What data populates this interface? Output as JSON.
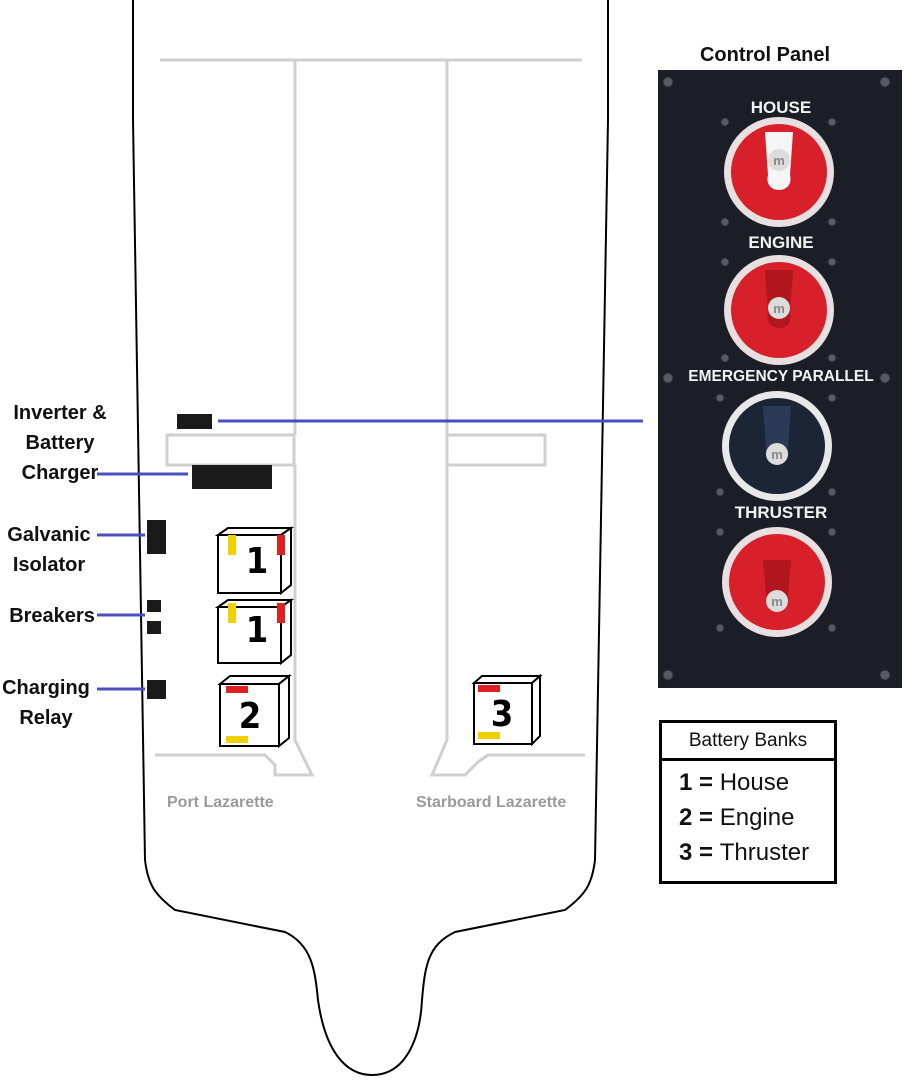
{
  "control_panel": {
    "title": "Control Panel",
    "switches": [
      {
        "label": "HOUSE",
        "color": "#d8202a"
      },
      {
        "label": "ENGINE",
        "color": "#d8202a"
      },
      {
        "label": "EMERGENCY PARALLEL",
        "color": "#1c2535"
      },
      {
        "label": "THRUSTER",
        "color": "#d8202a"
      }
    ],
    "panel_color": "#1b1e26"
  },
  "callouts": {
    "inverter_charger": [
      "Inverter &",
      "Battery",
      "Charger"
    ],
    "galvanic_isolator": [
      "Galvanic",
      "Isolator"
    ],
    "breakers": "Breakers",
    "charging_relay": [
      "Charging",
      "Relay"
    ]
  },
  "lazarettes": {
    "port": "Port Lazarette",
    "starboard": "Starboard Lazarette"
  },
  "batteries": [
    {
      "bank": "1"
    },
    {
      "bank": "1"
    },
    {
      "bank": "2"
    },
    {
      "bank": "3"
    }
  ],
  "legend": {
    "title": "Battery Banks",
    "rows": [
      {
        "num": "1",
        "sep": " = ",
        "name": "House"
      },
      {
        "num": "2",
        "sep": " = ",
        "name": "Engine"
      },
      {
        "num": "3",
        "sep": " = ",
        "name": "Thruster"
      }
    ]
  },
  "colors": {
    "connector_line": "#4a4fc0",
    "hull_outline": "#000000",
    "structure_lines": "#cfcfcf",
    "terminal_positive": "#e02020",
    "terminal_negative": "#f0d000"
  }
}
